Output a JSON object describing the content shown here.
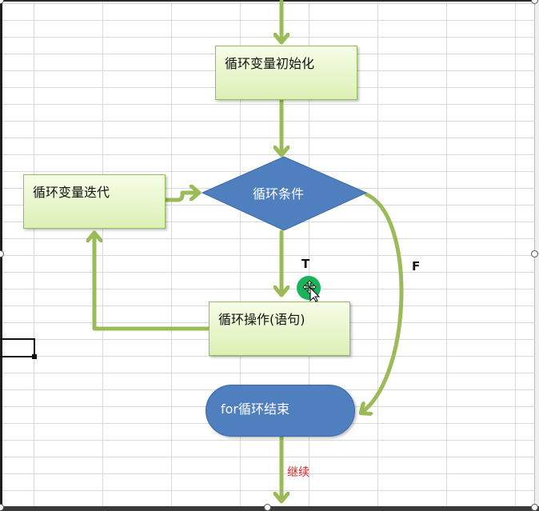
{
  "flowchart": {
    "init_label": "循环变量初始化",
    "iterate_label": "循环变量迭代",
    "condition_label": "循环条件",
    "body_label": "循环操作(语句)",
    "end_label": "for循环结束",
    "true_label": "T",
    "false_label": "F",
    "continue_label": "继续"
  },
  "colors": {
    "arrow": "#9bbb59",
    "process_fill": "#dcf0b4",
    "decision_fill": "#4f7fbf",
    "continue_text": "#e02020"
  },
  "icons": {
    "cursor": "move-cursor-icon"
  }
}
